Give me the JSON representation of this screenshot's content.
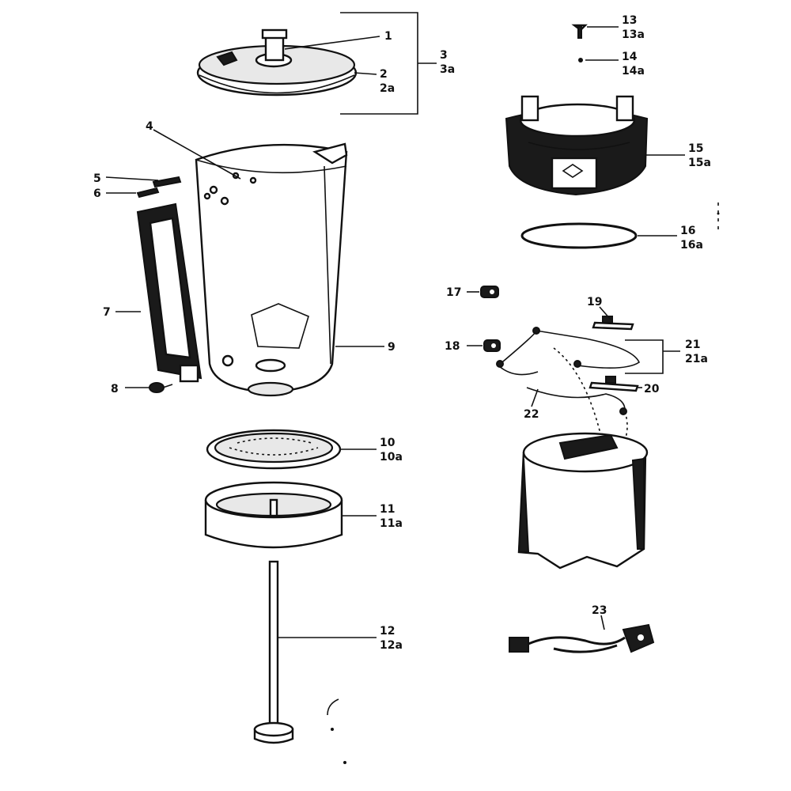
{
  "labels": {
    "l1": "1",
    "l2": "2",
    "l2a": "2a",
    "l3": "3",
    "l3a": "3a",
    "l4": "4",
    "l5": "5",
    "l6": "6",
    "l7": "7",
    "l8": "8",
    "l9": "9",
    "l10": "10",
    "l10a": "10a",
    "l11": "11",
    "l11a": "11a",
    "l12": "12",
    "l12a": "12a",
    "l13": "13",
    "l13a": "13a",
    "l14": "14",
    "l14a": "14a",
    "l15": "15",
    "l15a": "15a",
    "l16": "16",
    "l16a": "16a",
    "l17": "17",
    "l18": "18",
    "l19": "19",
    "l20": "20",
    "l21": "21",
    "l21a": "21a",
    "l22": "22",
    "l23": "23"
  },
  "colors": {
    "ink": "#111111",
    "paper": "#ffffff"
  }
}
